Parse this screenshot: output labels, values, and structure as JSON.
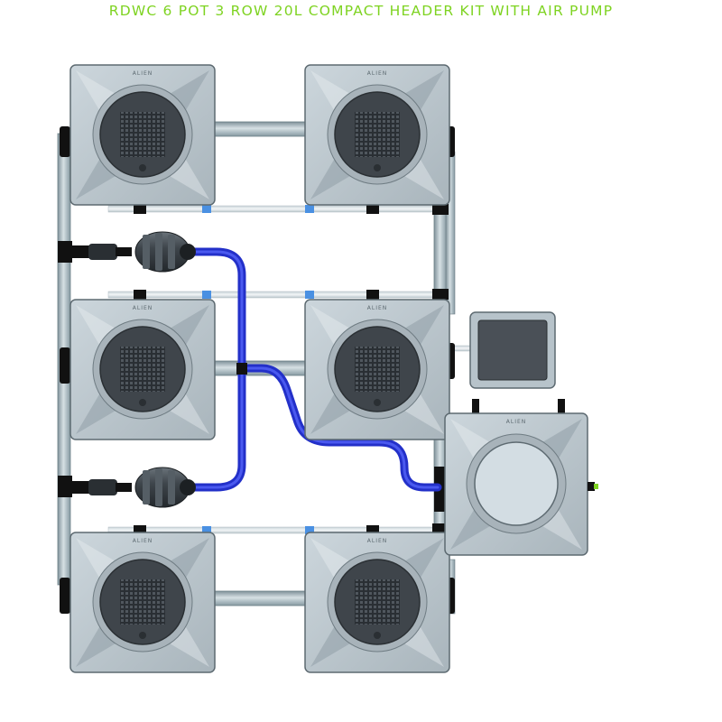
{
  "title": "RDWC 6 POT 3 ROW 20L COMPACT HEADER KIT WITH AIR PUMP",
  "pot_label": "ALIEN",
  "colors": {
    "title": "#7ed321",
    "pot_body": "#b9c4cb",
    "pot_dark": "#454b52",
    "pipe": "#a9b9c0",
    "air_tube": "#2f3ee6",
    "connector": "#111111",
    "fitting_blue": "#4a90e2"
  },
  "components": {
    "pots": [
      {
        "name": "pot-top-left"
      },
      {
        "name": "pot-top-right"
      },
      {
        "name": "pot-middle-left"
      },
      {
        "name": "pot-middle-right"
      },
      {
        "name": "pot-bottom-left"
      },
      {
        "name": "pot-bottom-right"
      }
    ],
    "control_bucket": {
      "name": "control-bucket"
    },
    "air_pump": {
      "name": "air-pump"
    },
    "water_pumps": [
      {
        "name": "water-pump-upper"
      },
      {
        "name": "water-pump-lower"
      }
    ]
  }
}
